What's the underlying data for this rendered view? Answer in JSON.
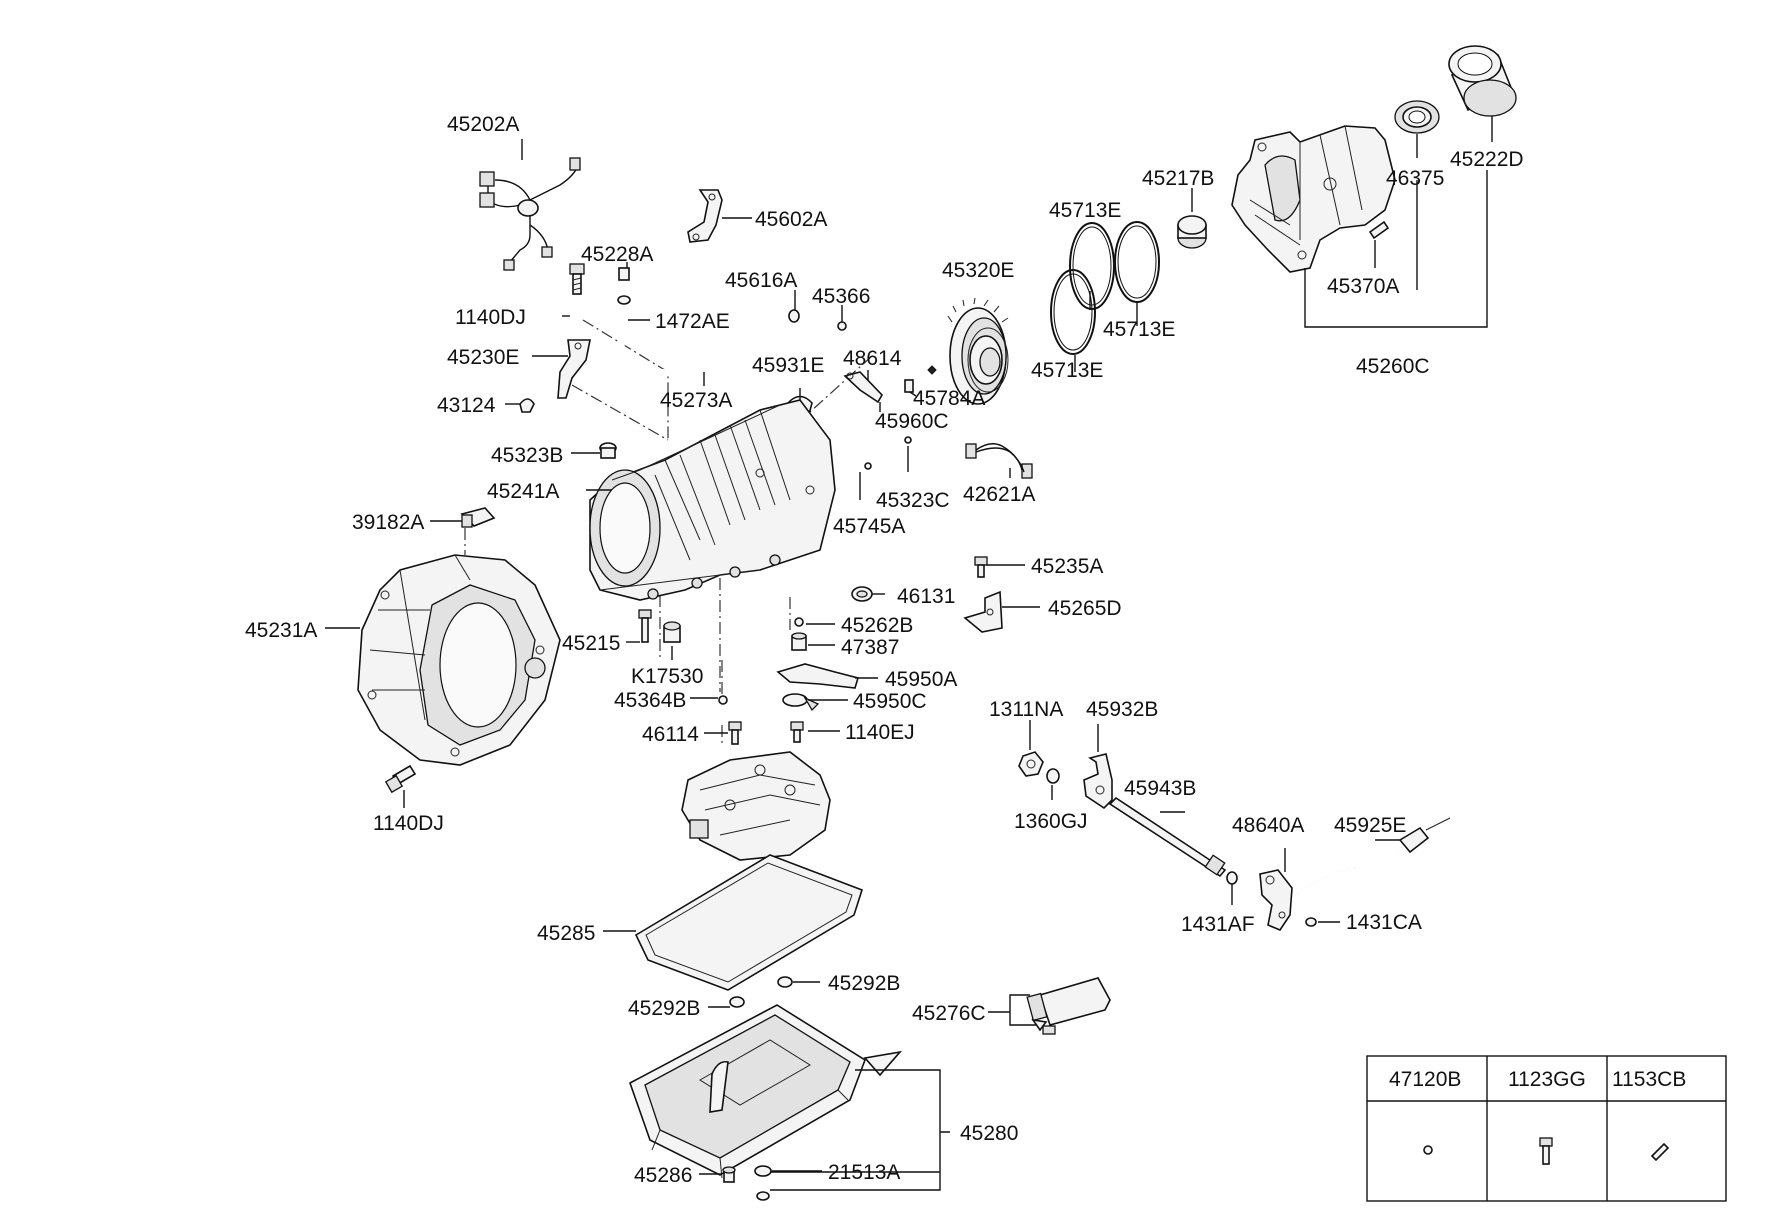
{
  "labels": {
    "p45202A": "45202A",
    "p45602A": "45602A",
    "p45228A": "45228A",
    "p45616A": "45616A",
    "p45366": "45366",
    "p1140DJ_top": "1140DJ",
    "p1472AE": "1472AE",
    "p45230E": "45230E",
    "p45273A": "45273A",
    "p45931E": "45931E",
    "p48614": "48614",
    "p43124": "43124",
    "p45784A": "45784A",
    "p45960C": "45960C",
    "p45320E": "45320E",
    "p45713E_top": "45713E",
    "p45713E_right": "45713E",
    "p45713E_bottom": "45713E",
    "p45217B": "45217B",
    "p46375": "46375",
    "p45222D": "45222D",
    "p45370A": "45370A",
    "p45260C": "45260C",
    "p45323B": "45323B",
    "p45241A": "45241A",
    "p45323C": "45323C",
    "p42621A": "42621A",
    "p39182A": "39182A",
    "p45745A": "45745A",
    "p45235A": "45235A",
    "p46131": "46131",
    "p45265D": "45265D",
    "p45231A": "45231A",
    "p45215": "45215",
    "p45262B": "45262B",
    "p47387": "47387",
    "pK17530": "K17530",
    "p45950A": "45950A",
    "p45364B": "45364B",
    "p45950C": "45950C",
    "p46114": "46114",
    "p1140EJ": "1140EJ",
    "p1311NA": "1311NA",
    "p45932B": "45932B",
    "p1140DJ_bottom": "1140DJ",
    "p45943B": "45943B",
    "p1360GJ": "1360GJ",
    "p48640A": "48640A",
    "p45925E": "45925E",
    "p1431AF": "1431AF",
    "p1431CA": "1431CA",
    "p45285": "45285",
    "p45292B_right": "45292B",
    "p45292B_left": "45292B",
    "p45276C": "45276C",
    "p45280": "45280",
    "p45286": "45286",
    "p21513A": "21513A"
  },
  "table": {
    "headers": [
      "47120B",
      "1123GG",
      "1153CB"
    ]
  }
}
